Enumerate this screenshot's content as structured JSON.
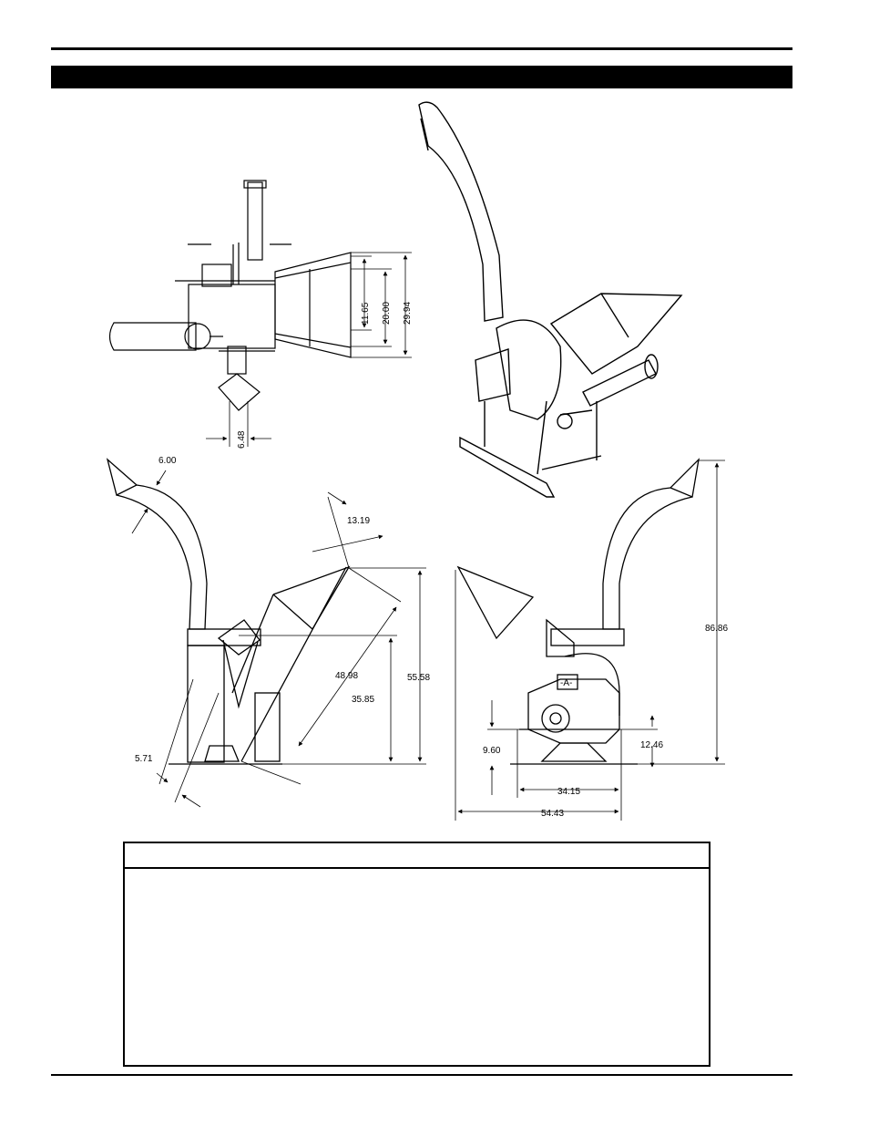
{
  "header": {
    "title": ""
  },
  "dimensions": {
    "top_view": {
      "d1": "11.65",
      "d2": "20.00",
      "d3": "29.94",
      "d4": "6.48"
    },
    "left_side": {
      "d1": "6.00",
      "d2": "13.19",
      "d3": "48.98",
      "d4": "35.85",
      "d5": "55.58",
      "d6": "5.71"
    },
    "right_side": {
      "label_a": "-A-",
      "d1": "86.86",
      "d2": "9.60",
      "d3": "12.46",
      "d4": "34.15",
      "d5": "54.43"
    }
  },
  "spec_table": {
    "header": "",
    "body": ""
  }
}
